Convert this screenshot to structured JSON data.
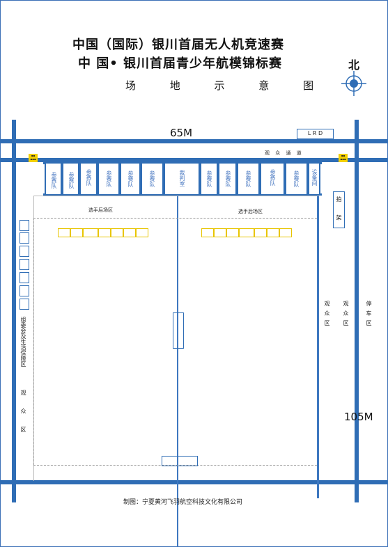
{
  "title": {
    "line1": "中国（国际）银川首届无人机竞速赛",
    "line2": "中 国•  银川首届青少年航模锦标赛",
    "line3": "场 地 示 意 图"
  },
  "compass": {
    "label": "北"
  },
  "dims": {
    "width": "65M",
    "height": "105M"
  },
  "top": {
    "lrd": "L R D",
    "audience_path": "观 众 通 道"
  },
  "teams": [
    "参赛队",
    "参赛队",
    "参赛队",
    "参赛队",
    "参赛队",
    "参赛队",
    "参赛队",
    "参赛队",
    "参赛队",
    "参赛队"
  ],
  "referee": "裁判室",
  "equipment_room": "设备间",
  "shelf": "拍 架",
  "waiting_area": "选手后场区",
  "left": {
    "committee": "组委会及生活保障区",
    "audience": "观 众 区"
  },
  "right": {
    "col1": "观众区",
    "col2": "观众区",
    "col3": "停车区"
  },
  "footer": "制图：宁夏黄河飞羽航空科技文化有限公司",
  "colors": {
    "blue": "#2f6db5",
    "yellow": "#e8c500"
  }
}
